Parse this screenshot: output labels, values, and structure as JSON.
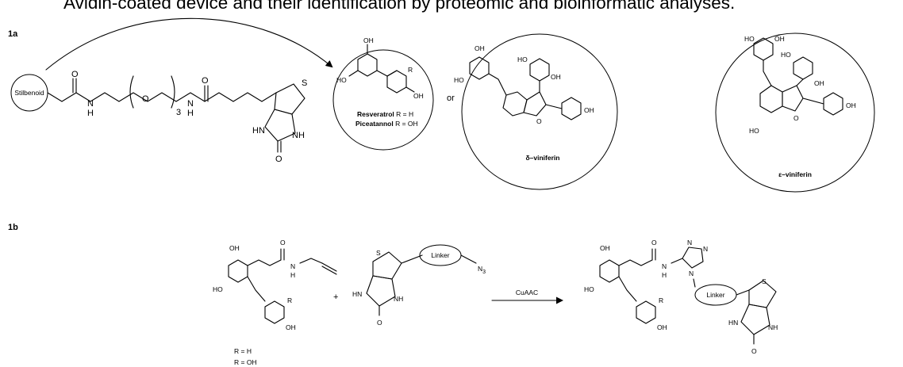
{
  "caption": "Avidin-coated device and their identification by proteomic and bioinformatic analyses.",
  "panel_a": {
    "label": "1a",
    "probe_node": "Stilbenoid",
    "repeat_subscript": "3",
    "conjunction": "or",
    "resveratrol": {
      "name1": "Resveratrol",
      "r1": " R = H",
      "name2": "Piceatannol",
      "r2": " R = OH",
      "substituent": "R"
    },
    "delta": {
      "name": "δ–viniferin"
    },
    "epsilon": {
      "name": "ε–viniferin"
    }
  },
  "panel_b": {
    "label": "1b",
    "plus": "+",
    "linker": "Linker",
    "azide": "N",
    "azide_sub": "3",
    "reaction": "CuAAC",
    "substituent": "R",
    "r_options": [
      "R = H",
      "R = OH"
    ]
  },
  "atoms": {
    "oh": "OH",
    "ho": "HO",
    "o": "O",
    "h": "H",
    "n": "N",
    "s": "S",
    "hn": "HN",
    "nh": "NH"
  }
}
